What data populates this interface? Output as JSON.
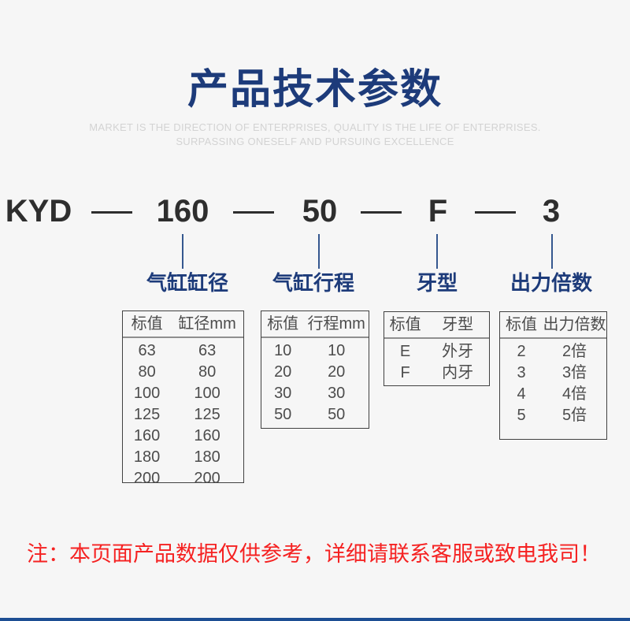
{
  "page": {
    "background_color": "#f6f6f6",
    "accent_blue": "#1d3b7a",
    "note_red": "#f52222",
    "bottom_bar_color": "#1d4e93"
  },
  "header": {
    "title": "产品技术参数",
    "subtitle_line1": "MARKET IS THE DIRECTION OF ENTERPRISES, QUALITY IS THE LIFE OF ENTERPRISES.",
    "subtitle_line2": "SURPASSING ONESELF AND PURSUING EXCELLENCE"
  },
  "model_code": {
    "prefix": "KYD",
    "separator": "—",
    "segments": [
      {
        "value": "160",
        "label": "气缸缸径"
      },
      {
        "value": "50",
        "label": "气缸行程"
      },
      {
        "value": "F",
        "label": "牙型"
      },
      {
        "value": "3",
        "label": "出力倍数"
      }
    ]
  },
  "tables": [
    {
      "name": "bore-table",
      "headers": [
        "标值",
        "缸径mm"
      ],
      "rows": [
        [
          "63",
          "63"
        ],
        [
          "80",
          "80"
        ],
        [
          "100",
          "100"
        ],
        [
          "125",
          "125"
        ],
        [
          "160",
          "160"
        ],
        [
          "180",
          "180"
        ],
        [
          "200",
          "200"
        ]
      ]
    },
    {
      "name": "stroke-table",
      "headers": [
        "标值",
        "行程mm"
      ],
      "rows": [
        [
          "10",
          "10"
        ],
        [
          "20",
          "20"
        ],
        [
          "30",
          "30"
        ],
        [
          "50",
          "50"
        ]
      ]
    },
    {
      "name": "thread-type-table",
      "headers": [
        "标值",
        "牙型"
      ],
      "rows": [
        [
          "E",
          "外牙"
        ],
        [
          "F",
          "内牙"
        ]
      ]
    },
    {
      "name": "output-multiplier-table",
      "headers": [
        "标值",
        "出力倍数"
      ],
      "rows": [
        [
          "2",
          "2倍"
        ],
        [
          "3",
          "3倍"
        ],
        [
          "4",
          "4倍"
        ],
        [
          "5",
          "5倍"
        ]
      ]
    }
  ],
  "note": "注：本页面产品数据仅供参考，详细请联系客服或致电我司！"
}
